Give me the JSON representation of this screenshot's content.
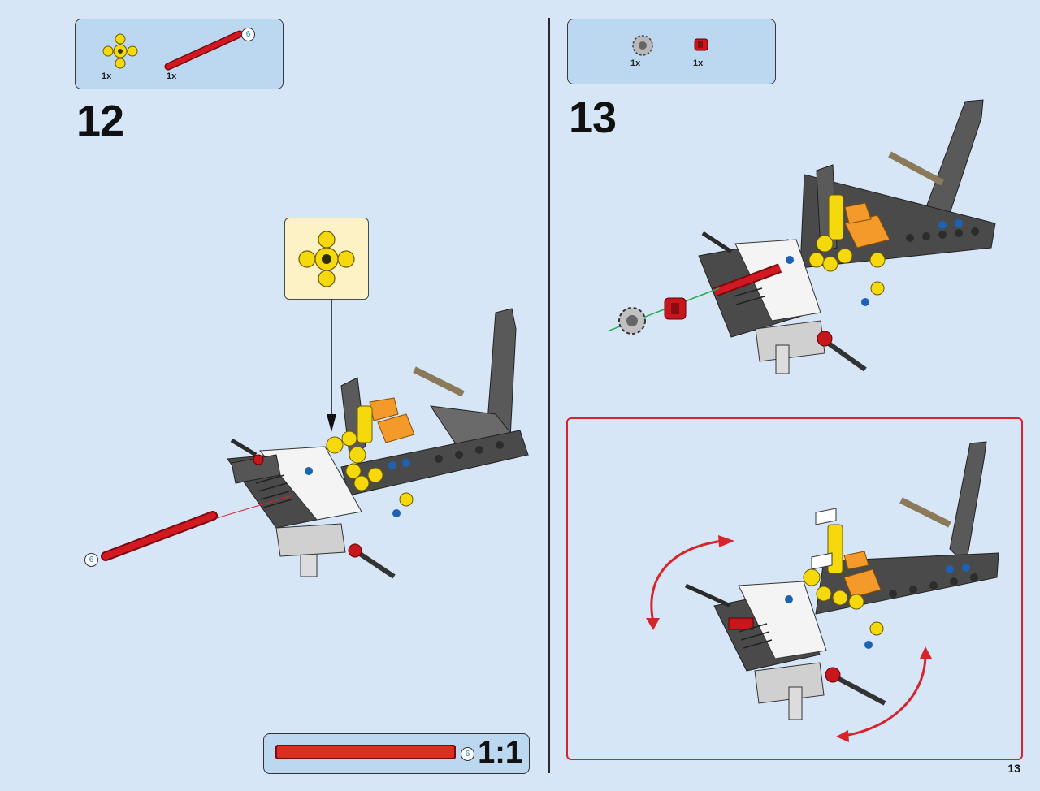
{
  "step12": {
    "number": "12",
    "parts": [
      {
        "name": "yellow-4-way-connector",
        "qty": "1x"
      },
      {
        "name": "red-axle",
        "qty": "1x",
        "length_badge": "6"
      }
    ],
    "axle_badge": "6"
  },
  "step13": {
    "number": "13",
    "parts": [
      {
        "name": "gray-gear",
        "qty": "1x"
      },
      {
        "name": "red-bush",
        "qty": "1x"
      }
    ]
  },
  "scale": {
    "badge": "6",
    "label": "1:1"
  },
  "page_number": "13",
  "colors": {
    "background": "#d6e6f7",
    "parts_box": "#bcd8f1",
    "callout_box": "#fdf1c6",
    "highlight_frame": "#d8232a",
    "axle_red": "#c8161d",
    "connector_yellow": "#f5d90d",
    "beam_gray": "#4a4a4a",
    "accent_orange": "#f39a2b"
  }
}
